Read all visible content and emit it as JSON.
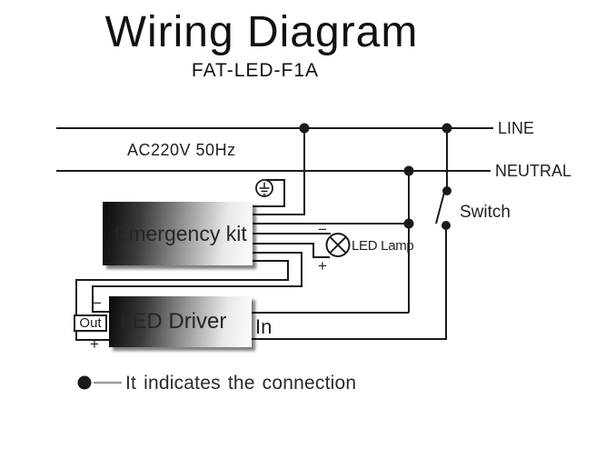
{
  "header": {
    "title": "Wiring Diagram",
    "model": "FAT-LED-F1A"
  },
  "power": {
    "supply_label": "AC220V 50Hz",
    "line_label": "LINE",
    "neutral_label": "NEUTRAL"
  },
  "switch": {
    "label": "Switch"
  },
  "lamp": {
    "label": "LED Lamp",
    "minus": "−",
    "plus": "+"
  },
  "emergency_kit": {
    "label": "Emergency kit"
  },
  "led_driver": {
    "label": "LED Driver",
    "out_label": "Out",
    "in_label": "In",
    "minus": "−",
    "plus": "+"
  },
  "legend": {
    "text": "It indicates the connection"
  },
  "colors": {
    "background": "#ffffff",
    "wire": "#1a1a1a",
    "legend_line": "#9b9b9b",
    "box_gradient_start": "#0d0d0d",
    "box_gradient_end": "#fcfcfc",
    "box_text": "#262626"
  }
}
